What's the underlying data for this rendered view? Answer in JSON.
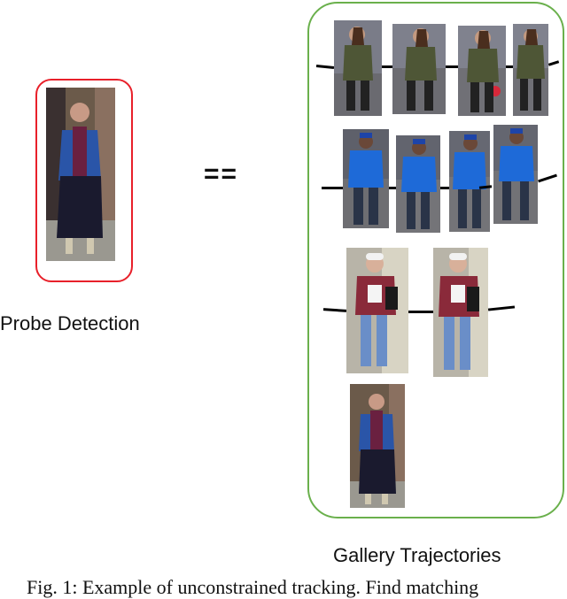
{
  "probe_label": "Probe Detection",
  "equals_sign": "==",
  "gallery_label": "Gallery Trajectories",
  "caption": "Fig. 1: Example of unconstrained tracking. Find matching",
  "colors": {
    "probe_box": "#e8202a",
    "gallery_box": "#6ab04c"
  }
}
